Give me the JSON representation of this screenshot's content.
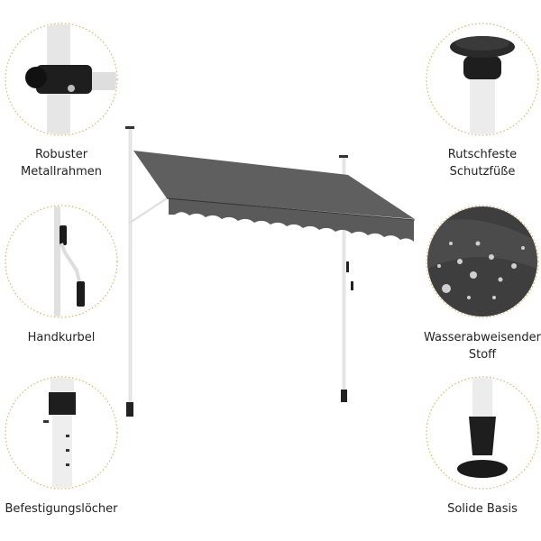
{
  "features": [
    {
      "label_line1": "Robuster",
      "label_line2": "Metallrahmen",
      "icon": "clamp-joint"
    },
    {
      "label_line1": "Rutschfeste",
      "label_line2": "Schutzfüße",
      "icon": "pole-foot-top"
    },
    {
      "label_line1": "Handkurbel",
      "label_line2": "",
      "icon": "hand-crank"
    },
    {
      "label_line1": "Wasserabweisender",
      "label_line2": "Stoff",
      "icon": "water-drops-fabric"
    },
    {
      "label_line1": "Befestigungslöcher",
      "label_line2": "",
      "icon": "pole-holes"
    },
    {
      "label_line1": "Solide Basis",
      "label_line2": "",
      "icon": "pole-base"
    }
  ],
  "colors": {
    "circle_border": "#d9b56a",
    "fabric": "#5f5f5f",
    "fabric_dark": "#505050"
  }
}
